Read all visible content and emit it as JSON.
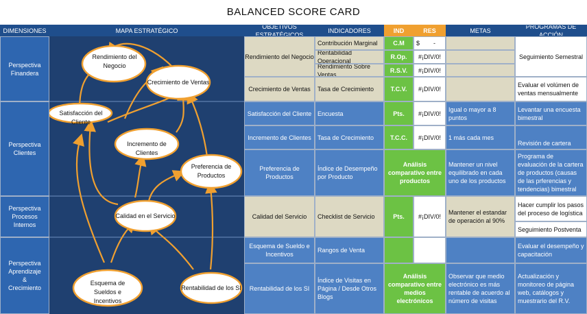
{
  "title": "BALANCED SCORE CARD",
  "headers": {
    "dimensiones": "DIMENSIONES",
    "mapa": "MAPA ESTRATÉGICO",
    "objetivos": "OBJETIVOS ESTRATÉGICOS",
    "indicadores": "INDICADORES",
    "ind": "IND",
    "res": "RES",
    "metas": "METAS",
    "programas": "PROGRAMAS DE ACCIÓN"
  },
  "dimensions": [
    "Perspectiva Finandera",
    "Perspectiva Clientes",
    "Perspectiva Procesos Internos",
    "Perspectiva Aprendizaje & Crecimiento"
  ],
  "map_nodes": {
    "rendimiento": "Rendimiento del Negocio",
    "crecimiento": "Crecimiento de Ventas",
    "satisfaccion": "Satisfacción del Cliente",
    "incremento": "Incremento de Clientes",
    "preferencia": "Preferencia de Productos",
    "calidad": "Calidad en el Servicio",
    "esquema": "Esquema de Sueldos e Incentivos",
    "rentabilidad": "Rentabilidad de los SI"
  },
  "rows": {
    "obj_rendimiento": "Rendimiento del Negocio",
    "ind_contribucion": "Contribución Marginal",
    "ind_rentabilidad": "Rentabilidad Operacional",
    "ind_rendimiento_ventas": "Rendimiento Sobre Ventas",
    "code_cm": "C.M",
    "code_rop": "R.Op.",
    "code_rsv": "R.S.V.",
    "res_cm": "$        -",
    "res_div": "#¡DIV/0!",
    "prog_seguimiento": "Seguimiento Semestral",
    "obj_crecimiento": "Crecimiento de Ventas",
    "ind_tasa": "Tasa de Crecimiento",
    "code_tcv": "T.C.V.",
    "prog_evaluar": "Evaluar el volúmen de ventas mensualmente",
    "obj_satisfaccion": "Satisfacción del Cliente",
    "ind_encuesta": "Encuesta",
    "code_pts": "Pts.",
    "meta_igual": "Igual o mayor a 8 puntos",
    "prog_levantar": "Levantar una encuesta bimestral",
    "obj_incremento": "Incremento de Clientes",
    "code_tcc": "T.C.C.",
    "meta_uno": "1 más cada mes",
    "prog_revision": "Revisión de cartera",
    "obj_preferencia": "Preferencia de Productos",
    "ind_indice": "Índice de Desempeño por Producto",
    "analisis_productos": "Análisis comparativo entre productos",
    "meta_mantener": "Mantener un nivel equilibrado en cada uno de los productos",
    "prog_evaluacion": "Programa de evaluación de la cartera de productos (causas de las prferencias y tendencias) bimestral",
    "obj_calidad": "Calidad del Servicio",
    "ind_checklist": "Checklist de Servicio",
    "meta_estandar": "Mantener el estandar de operación al 90%",
    "prog_cumplir": "Hacer cumplir los pasos del proceso de logística",
    "prog_postventa": "Seguimiento Postventa",
    "obj_esquema": "Esquema de Sueldo e Incentivos",
    "ind_rangos": "Rangos de Venta",
    "prog_desempeno": "Evaluar el desempeño y capacitación",
    "obj_rentabilidad": "Rentabilidad de los SI",
    "ind_visitas": "Índice de Visitas en Página / Desde Otros Blogs",
    "analisis_medios": "Análisis comparativo entre medios electrónicos",
    "meta_observar": "Observar que medio electrónico es más rentable de acuerdo al número de visitas",
    "prog_actualizacion": "Actualización y monitoreo de página web, catálogos y muestrario del R.V."
  },
  "colors": {
    "header_blue": "#1f4e8c",
    "map_bg": "#1f4070",
    "node_orange": "#f0a030",
    "green": "#6cc244",
    "tan": "#ddd9c3",
    "row_blue": "#4e81c4"
  }
}
